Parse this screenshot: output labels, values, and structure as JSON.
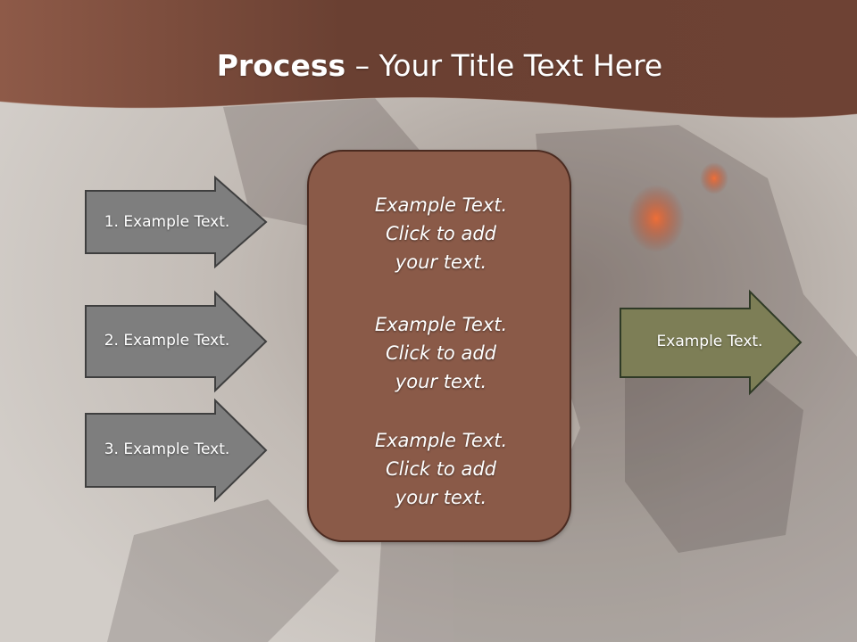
{
  "slide": {
    "title_bold": "Process",
    "title_rest": " – Your Title Text Here"
  },
  "left_arrows": [
    {
      "label": "1. Example Text."
    },
    {
      "label": "2. Example Text."
    },
    {
      "label": "3. Example Text."
    }
  ],
  "center_box": {
    "blocks": [
      {
        "text": "Example Text.\nClick  to add\nyour text."
      },
      {
        "text": "Example Text.\nClick  to add\nyour text."
      },
      {
        "text": "Example Text.\nClick  to add\nyour text."
      }
    ]
  },
  "right_arrow": {
    "label": "Example Text."
  },
  "colors": {
    "header": "#7a4a3c",
    "left_arrow_fill": "#7e7e7e",
    "center_box_fill": "#8a5a48",
    "right_arrow_fill": "#7d7e56"
  }
}
